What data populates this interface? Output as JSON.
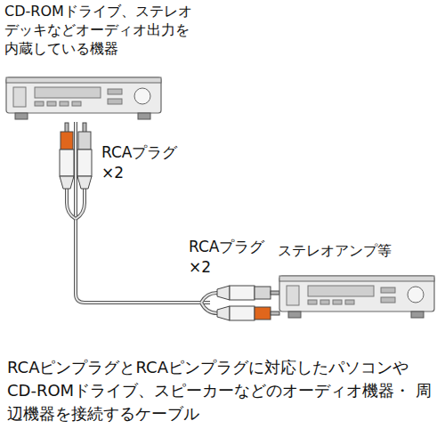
{
  "diagram": {
    "caption": "RCAピンプラグとRCAピンプラグに対応したパソコンや CD-ROMドライブ、スピーカーなどのオーディオ機器・ 周辺機器を接続するケーブル",
    "nodes": [
      {
        "text": [
          "CD-ROMドライブ、ステレオ デッキなどオーディオ出力を 内蔵している機器"
        ]
      },
      {
        "text": [
          "ステレオアンプ等"
        ]
      }
    ],
    "edges": [
      {
        "from": 0,
        "to": 1,
        "arrow": "none"
      }
    ],
    "labels": [
      "RCAプラグ ×2",
      "RCAプラグ ×2"
    ]
  }
}
